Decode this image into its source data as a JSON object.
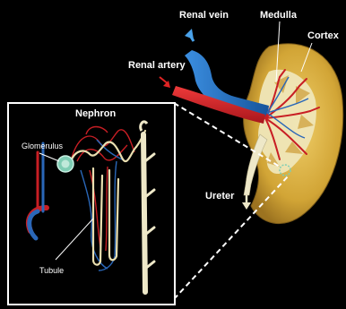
{
  "labels": {
    "renal_vein": "Renal vein",
    "medulla": "Medulla",
    "cortex": "Cortex",
    "renal_artery": "Renal artery",
    "ureter": "Ureter",
    "nephron": "Nephron",
    "glomerulus": "Glomerulus",
    "tubule": "Tubule"
  },
  "colors": {
    "background": "#000000",
    "kidney_cortex": "#d4a83a",
    "medulla_tissue": "#efe6b8",
    "artery": "#d8262a",
    "vein": "#1f6fc4",
    "ureter": "#eee8c8",
    "glomerulus": "#7fcdb4",
    "inset_border": "#ffffff"
  }
}
